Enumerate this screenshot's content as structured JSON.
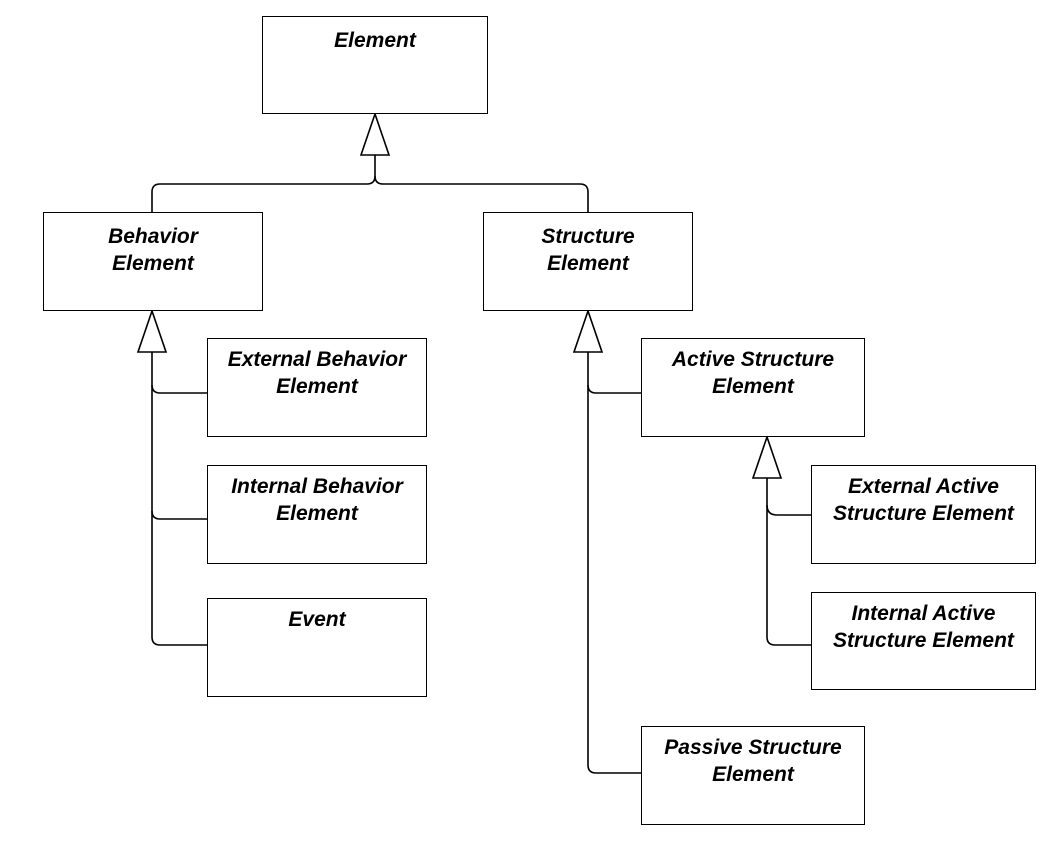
{
  "diagram": {
    "line_color": "#000000",
    "box_fill": "#ffffff",
    "nodes": {
      "element": {
        "label": "Element"
      },
      "behavior": {
        "label": "Behavior\nElement"
      },
      "structure": {
        "label": "Structure\nElement"
      },
      "external_behavior": {
        "label": "External Behavior\nElement"
      },
      "internal_behavior": {
        "label": "Internal Behavior\nElement"
      },
      "event": {
        "label": "Event"
      },
      "active_structure": {
        "label": "Active Structure\nElement"
      },
      "external_active": {
        "label": "External Active\nStructure Element"
      },
      "internal_active": {
        "label": "Internal Active\nStructure Element"
      },
      "passive_structure": {
        "label": "Passive Structure\nElement"
      }
    },
    "generalizations": [
      {
        "parent": "element",
        "children": [
          "behavior",
          "structure"
        ]
      },
      {
        "parent": "behavior",
        "children": [
          "external_behavior",
          "internal_behavior",
          "event"
        ]
      },
      {
        "parent": "structure",
        "children": [
          "active_structure",
          "passive_structure"
        ]
      },
      {
        "parent": "active_structure",
        "children": [
          "external_active",
          "internal_active"
        ]
      }
    ]
  }
}
